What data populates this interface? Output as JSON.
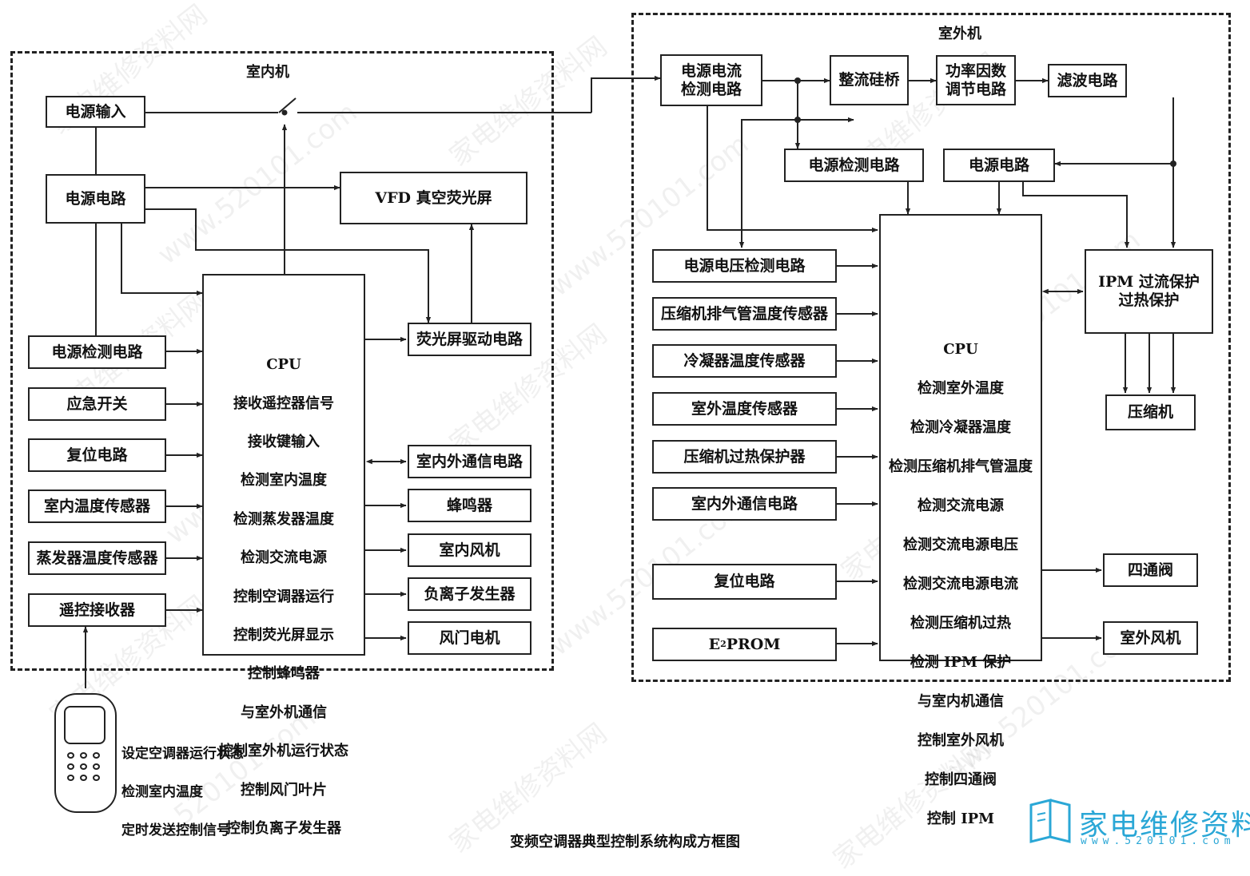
{
  "caption": "变频空调器典型控制系统构成方框图",
  "indoor": {
    "title": "室内机",
    "power_input": "电源输入",
    "power_circuit": "电源电路",
    "vfd": "VFD 真空荧光屏",
    "vfd_driver": "荧光屏驱动电路",
    "power_detect": "电源检测电路",
    "emergency_switch": "应急开关",
    "reset": "复位电路",
    "room_temp_sensor": "室内温度传感器",
    "evap_temp_sensor": "蒸发器温度传感器",
    "remote_receiver": "遥控接收器",
    "comm": "室内外通信电路",
    "buzzer": "蜂鸣器",
    "fan": "室内风机",
    "ion": "负离子发生器",
    "damper_motor": "风门电机",
    "cpu": {
      "title": "CPU",
      "functions": [
        "接收遥控器信号",
        "接收键输入",
        "检测室内温度",
        "检测蒸发器温度",
        "检测交流电源",
        "控制空调器运行",
        "控制荧光屏显示",
        "控制蜂鸣器",
        "与室外机通信",
        "控制室外机运行状态",
        "控制风门叶片",
        "控制负离子发生器"
      ]
    }
  },
  "outdoor": {
    "title": "室外机",
    "current_detect": "电源电流\n检测电路",
    "rectifier": "整流硅桥",
    "pfc": "功率因数\n调节电路",
    "filter": "滤波电路",
    "power_detect": "电源检测电路",
    "power_circuit": "电源电路",
    "voltage_detect": "电源电压检测电路",
    "discharge_temp": "压缩机排气管温度传感器",
    "condenser_temp": "冷凝器温度传感器",
    "outdoor_temp": "室外温度传感器",
    "overheat_protector": "压缩机过热保护器",
    "comm": "室内外通信电路",
    "reset": "复位电路",
    "eeprom_prefix": "E",
    "eeprom_sup": "2",
    "eeprom_suffix": "PROM",
    "ipm": "IPM 过流保护\n过热保护",
    "compressor": "压缩机",
    "four_way_valve": "四通阀",
    "outdoor_fan": "室外风机",
    "cpu": {
      "title": "CPU",
      "functions": [
        "检测室外温度",
        "检测冷凝器温度",
        "检测压缩机排气管温度",
        "检测交流电源",
        "检测交流电源电压",
        "检测交流电源电流",
        "检测压缩机过热",
        "检测 IPM 保护",
        "与室内机通信",
        "控制室外风机",
        "控制四通阀",
        "控制 IPM"
      ]
    }
  },
  "remote": {
    "lines": [
      "设定空调器运行状态",
      "检测室内温度",
      "定时发送控制信号"
    ]
  },
  "watermark": {
    "site_cn": "家电维修资料网",
    "site_url": "www.520101.com",
    "site_short": "520101.com",
    "logo_text": "家电维修资料网",
    "logo_url": "www.520101.com"
  },
  "colors": {
    "line": "#222222",
    "logo": "#2aa7d6"
  }
}
